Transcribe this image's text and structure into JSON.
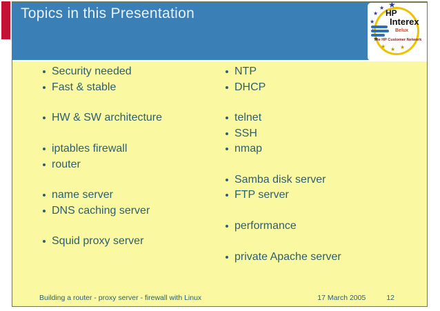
{
  "title": "Topics in this Presentation",
  "columns": {
    "left": [
      "Security needed",
      "Fast & stable",
      "",
      "HW & SW architecture",
      "",
      "iptables firewall",
      "router",
      "",
      "name server",
      "DNS caching server",
      "",
      "Squid proxy server"
    ],
    "right": [
      "NTP",
      "DHCP",
      "",
      "telnet",
      "SSH",
      "nmap",
      "",
      "Samba disk server",
      "FTP server",
      "",
      "performance",
      "",
      "private Apache server"
    ]
  },
  "footer": {
    "left": "Building a router - proxy server - firewall with Linux",
    "date": "17 March 2005",
    "page": "12"
  },
  "logo": {
    "hp": "HP",
    "interex": "Interex",
    "region": "Belux",
    "tagline": "The HP Customer Network"
  },
  "colors": {
    "header_blue": "#3A7FB5",
    "body_yellow": "#FAF8A0",
    "accent_red": "#C41234",
    "text_teal": "#2E5F6E",
    "frame_border": "#76764C",
    "title_text": "#EAF2F9",
    "logo_ring_yellow": "#EEC200",
    "logo_star_blue": "#2B3E97"
  }
}
